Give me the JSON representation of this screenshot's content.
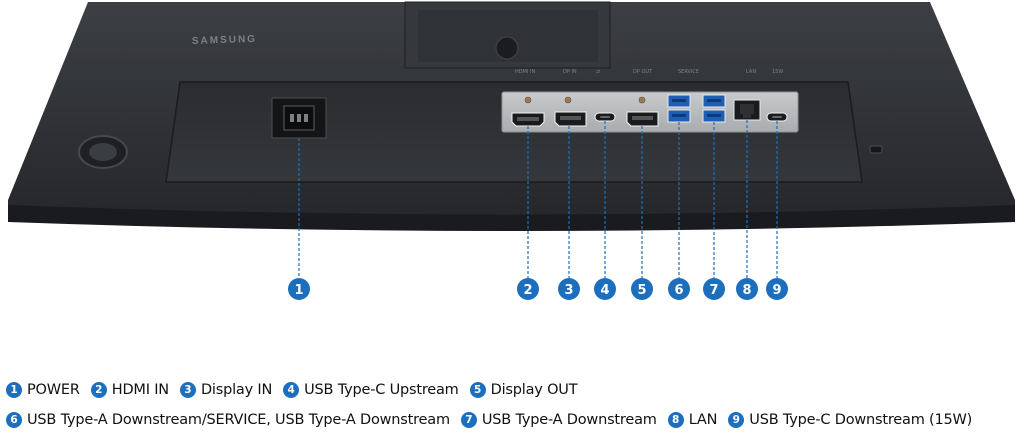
{
  "brand": {
    "logo_text": "SAMSUNG"
  },
  "port_labels": {
    "hdmi": "HDMI IN",
    "dp_in": "DP IN",
    "usbc_up": "⇄",
    "dp_out": "DP OUT",
    "usba_service": "SERVICE",
    "lan": "LAN",
    "usbc_down": "15W"
  },
  "callouts": [
    "1",
    "2",
    "3",
    "4",
    "5",
    "6",
    "7",
    "8",
    "9"
  ],
  "legend": {
    "row1": [
      {
        "num": "1",
        "label": "POWER"
      },
      {
        "num": "2",
        "label": "HDMI IN"
      },
      {
        "num": "3",
        "label": "Display IN"
      },
      {
        "num": "4",
        "label": "USB Type-C Upstream"
      },
      {
        "num": "5",
        "label": "Display OUT"
      }
    ],
    "row2": [
      {
        "num": "6",
        "label": "USB Type-A Downstream/SERVICE, USB Type-A Downstream"
      },
      {
        "num": "7",
        "label": "USB Type-A Downstream"
      },
      {
        "num": "8",
        "label": "LAN"
      },
      {
        "num": "9",
        "label": "USB Type-C Downstream (15W)"
      }
    ]
  },
  "colors": {
    "accent": "#1d6fbd",
    "body_dark": "#2b2d30",
    "panel": "#b9bbbe"
  }
}
